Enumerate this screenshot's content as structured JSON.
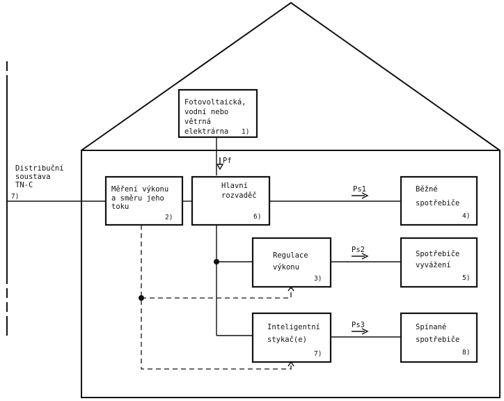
{
  "boxes": {
    "pv": {
      "lines": [
        "Fotovoltaická,",
        "vodní nebo",
        "větrná",
        "elektrárna"
      ],
      "num": "1)"
    },
    "mereni": {
      "lines": [
        "Měření výkonu",
        "a směru jeho",
        "toku"
      ],
      "num": "2)"
    },
    "hlavni": {
      "lines": [
        "Hlavní",
        "rozvaděč"
      ],
      "num": "6)"
    },
    "regulace": {
      "lines": [
        "Regulace",
        "výkonu"
      ],
      "num": "3)"
    },
    "stykac": {
      "lines": [
        "Inteligentní",
        "stykač(e)"
      ],
      "num": "7)"
    },
    "bezne": {
      "lines": [
        "Běžné",
        "spotřebiče"
      ],
      "num": "4)"
    },
    "vyvazeni": {
      "lines": [
        "Spotřebiče",
        "vyvážení"
      ],
      "num": "5)"
    },
    "spinane": {
      "lines": [
        "Spínané",
        "spotřebiče"
      ],
      "num": "8)"
    }
  },
  "labels": {
    "distribution": [
      "Distribuční",
      "soustava",
      "TN-C"
    ],
    "distribution_num": "7)",
    "pf": "Pf",
    "ps1": "Ps1",
    "ps2": "Ps2",
    "ps3": "Ps3"
  }
}
